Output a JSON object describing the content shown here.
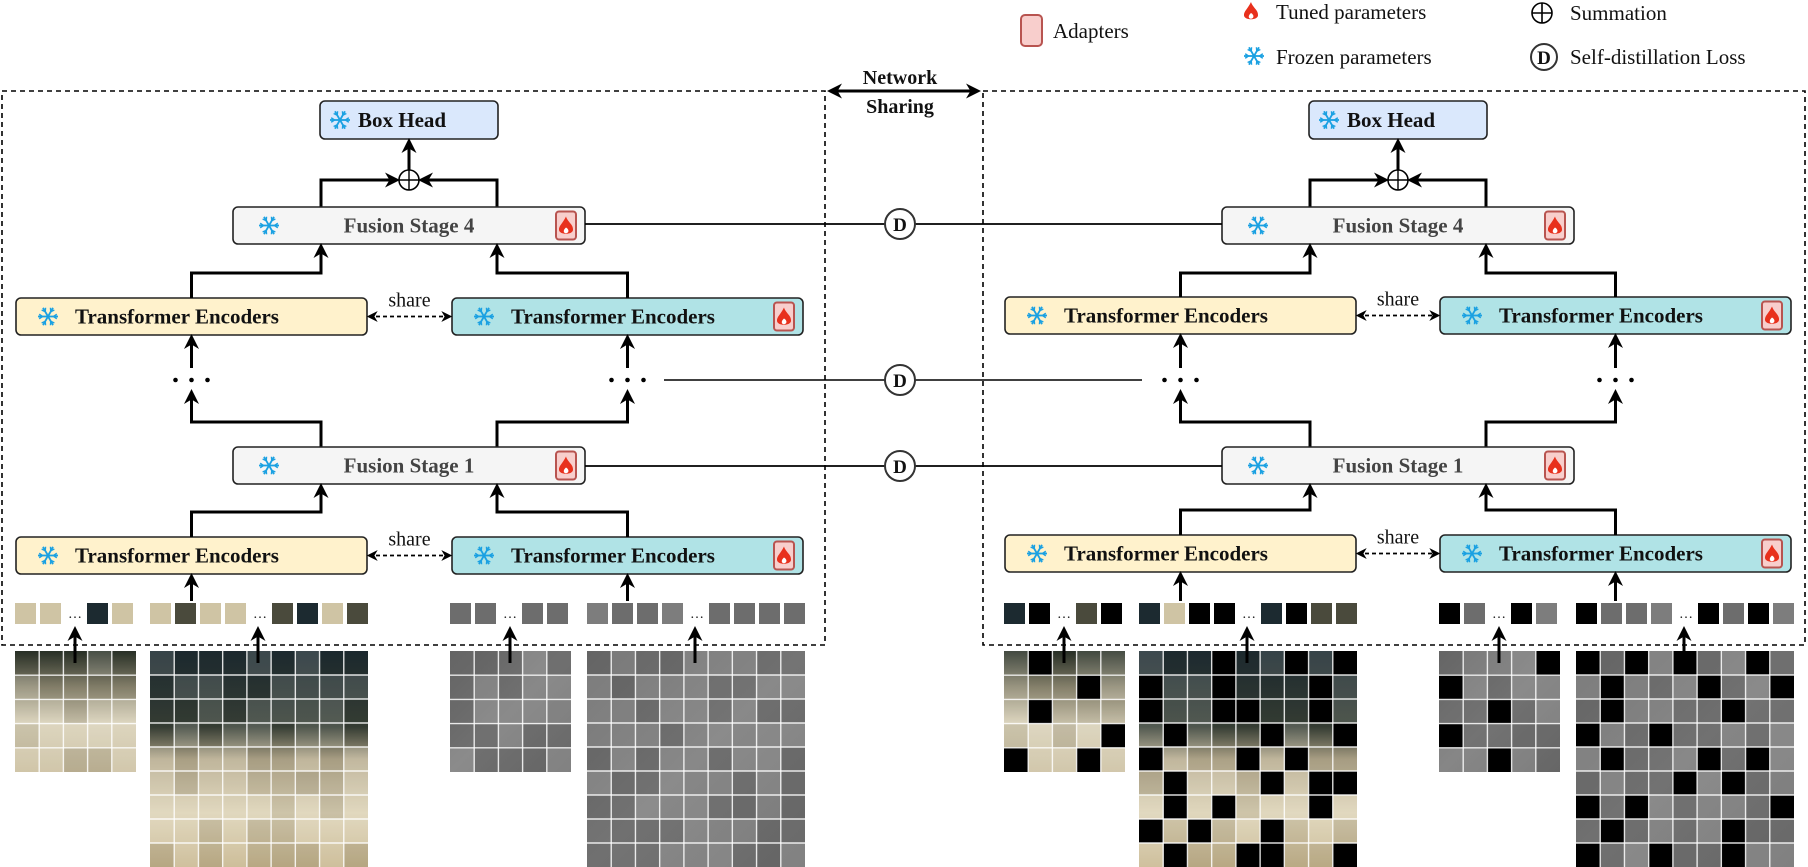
{
  "legend": {
    "adapters": "Adapters",
    "tuned": "Tuned parameters",
    "frozen": "Frozen parameters",
    "summation": "Summation",
    "self_distillation": "Self-distillation Loss",
    "distill_symbol": "D"
  },
  "network_sharing": {
    "line1": "Network",
    "line2": "Sharing"
  },
  "branches": [
    {
      "id": "left",
      "box_head": {
        "label": "Box Head",
        "frozen": true
      },
      "fusion_stage_top": {
        "label": "Fusion Stage 4",
        "frozen": true,
        "adapter": true
      },
      "fusion_stage_bottom": {
        "label": "Fusion Stage 1",
        "frozen": true,
        "adapter": true
      },
      "encoder_rgb": {
        "label": "Transformer Encoders",
        "frozen": true,
        "adapter": false
      },
      "encoder_tir": {
        "label": "Transformer Encoders",
        "frozen": true,
        "adapter": true
      },
      "share_label": "share",
      "ellipsis": "...",
      "tokens": {
        "rgb_template": [
          "img",
          "img",
          "...",
          "img",
          "img"
        ],
        "rgb_search": [
          "img",
          "img",
          "img",
          "img",
          "...",
          "img",
          "img",
          "img",
          "img"
        ],
        "tir_template": [
          "img",
          "img",
          "...",
          "img",
          "img"
        ],
        "tir_search": [
          "img",
          "img",
          "img",
          "img",
          "...",
          "img",
          "img",
          "img",
          "img"
        ]
      },
      "images": {
        "rgb_template": {
          "grid": 5,
          "modality": "RGB",
          "mask": []
        },
        "rgb_search": {
          "grid": 9,
          "modality": "RGB",
          "mask": []
        },
        "tir_template": {
          "grid": 5,
          "modality": "TIR",
          "mask": []
        },
        "tir_search": {
          "grid": 9,
          "modality": "TIR",
          "mask": []
        }
      }
    },
    {
      "id": "right",
      "box_head": {
        "label": "Box Head",
        "frozen": true
      },
      "fusion_stage_top": {
        "label": "Fusion Stage 4",
        "frozen": true,
        "adapter": true
      },
      "fusion_stage_bottom": {
        "label": "Fusion Stage 1",
        "frozen": true,
        "adapter": true
      },
      "encoder_rgb": {
        "label": "Transformer Encoders",
        "frozen": true,
        "adapter": false
      },
      "encoder_tir": {
        "label": "Transformer Encoders",
        "frozen": true,
        "adapter": true
      },
      "share_label": "share",
      "ellipsis": "...",
      "tokens": {
        "rgb_template": [
          "img",
          "masked",
          "...",
          "img",
          "masked"
        ],
        "rgb_search": [
          "img",
          "img",
          "masked",
          "masked",
          "...",
          "img",
          "masked",
          "img",
          "img"
        ],
        "tir_template": [
          "masked",
          "img",
          "...",
          "masked",
          "img"
        ],
        "tir_search": [
          "masked",
          "img",
          "img",
          "img",
          "...",
          "masked",
          "img",
          "masked",
          "img"
        ]
      },
      "images": {
        "rgb_template": {
          "grid": 5,
          "modality": "RGB",
          "mask": [
            [
              0,
              1,
              0,
              0,
              0
            ],
            [
              0,
              0,
              0,
              1,
              0
            ],
            [
              0,
              1,
              0,
              0,
              0
            ],
            [
              0,
              0,
              0,
              0,
              1
            ],
            [
              1,
              0,
              0,
              1,
              0
            ]
          ]
        },
        "rgb_search": {
          "grid": 9,
          "modality": "RGB",
          "mask": [
            [
              0,
              0,
              0,
              1,
              0,
              0,
              1,
              0,
              1
            ],
            [
              1,
              0,
              0,
              1,
              0,
              0,
              0,
              1,
              0
            ],
            [
              1,
              0,
              0,
              1,
              1,
              0,
              0,
              1,
              0
            ],
            [
              0,
              1,
              0,
              0,
              0,
              1,
              0,
              0,
              1
            ],
            [
              1,
              0,
              0,
              0,
              1,
              0,
              1,
              0,
              0
            ],
            [
              0,
              1,
              0,
              0,
              0,
              1,
              0,
              1,
              1
            ],
            [
              0,
              1,
              0,
              1,
              0,
              0,
              0,
              1,
              0
            ],
            [
              1,
              0,
              1,
              0,
              0,
              1,
              0,
              0,
              0
            ],
            [
              0,
              1,
              0,
              0,
              1,
              1,
              0,
              0,
              1
            ]
          ]
        },
        "tir_template": {
          "grid": 5,
          "modality": "TIR",
          "mask": [
            [
              0,
              0,
              0,
              0,
              1
            ],
            [
              1,
              0,
              0,
              0,
              0
            ],
            [
              0,
              0,
              1,
              0,
              0
            ],
            [
              1,
              0,
              0,
              0,
              0
            ],
            [
              0,
              0,
              1,
              0,
              0
            ]
          ]
        },
        "tir_search": {
          "grid": 9,
          "modality": "TIR",
          "mask": [
            [
              1,
              0,
              1,
              0,
              1,
              0,
              0,
              1,
              0
            ],
            [
              0,
              1,
              0,
              0,
              0,
              1,
              0,
              0,
              1
            ],
            [
              0,
              1,
              0,
              0,
              0,
              0,
              1,
              0,
              0
            ],
            [
              1,
              0,
              0,
              1,
              0,
              0,
              0,
              0,
              0
            ],
            [
              0,
              1,
              0,
              0,
              0,
              1,
              0,
              1,
              0
            ],
            [
              0,
              0,
              0,
              0,
              1,
              0,
              1,
              0,
              0
            ],
            [
              1,
              0,
              1,
              0,
              0,
              0,
              0,
              0,
              1
            ],
            [
              0,
              1,
              0,
              0,
              0,
              0,
              1,
              0,
              0
            ],
            [
              1,
              0,
              0,
              1,
              0,
              0,
              1,
              0,
              0
            ]
          ]
        }
      }
    }
  ],
  "distillation_links": [
    {
      "between": "Fusion Stage 4",
      "symbol": "D"
    },
    {
      "between": "intermediate stages",
      "symbol": "D"
    },
    {
      "between": "Fusion Stage 1",
      "symbol": "D"
    }
  ],
  "colors": {
    "box_head_fill": "#dae8fc",
    "fusion_fill": "#f5f5f5",
    "encoder_rgb_fill": "#fff2cc",
    "encoder_tir_fill": "#b0e3e6",
    "adapter_fill": "#f8cecc",
    "adapter_stroke": "#b85450",
    "fire": "#e8301c",
    "snowflake": "#1ba1e2",
    "rgb_tone": "#c9bfa0",
    "rgb_dark": "#1d2b33",
    "tir_tone": "#737373",
    "mask": "#000000"
  }
}
